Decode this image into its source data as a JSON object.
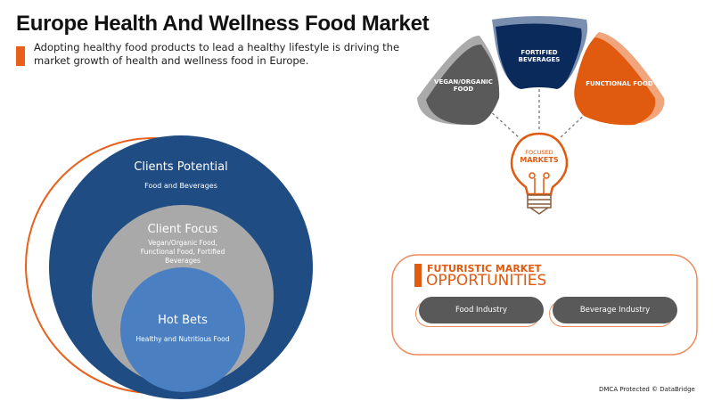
{
  "header": {
    "title": "Europe Health And Wellness Food Market",
    "subtitle": "Adopting healthy food products to lead a healthy lifestyle is driving the market growth of health and wellness food in Europe."
  },
  "circles": [
    {
      "title": "Clients Potential",
      "detail": "Food and Beverages"
    },
    {
      "title": "Client Focus",
      "detail": "Vegan/Organic Food, Functional Food, Fortified Beverages"
    },
    {
      "title": "Hot Bets",
      "detail": "Healthy and Nutritious Food"
    }
  ],
  "focused": {
    "label_top": "FOCUSED",
    "label_bottom": "MARKETS",
    "segments": [
      "VEGAN/ORGANIC FOOD",
      "FORTIFIED BEVERAGES",
      "FUNCTIONAL FOOD"
    ]
  },
  "opportunities": {
    "title_top": "FUTURISTIC MARKET",
    "title_bottom": "OPPORTUNITIES",
    "items": [
      "Food Industry",
      "Beverage Industry"
    ]
  },
  "footer": "DMCA Protected © DataBridge",
  "colors": {
    "orange": "#e05a10",
    "navy": "#0b2a5c",
    "blue": "#1f4c83",
    "grey": "#5a5a5a",
    "light_blue": "#4a7fc1"
  }
}
